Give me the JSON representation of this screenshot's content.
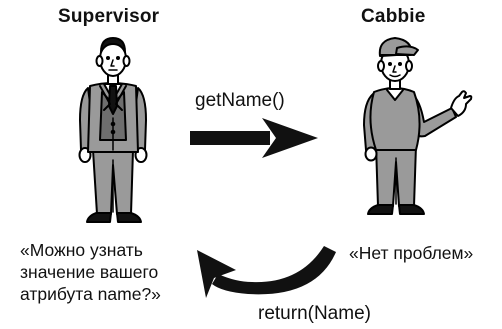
{
  "characters": {
    "supervisor": {
      "name": "Supervisor",
      "speech": [
        "«Можно узнать",
        "значение вашего",
        "атрибута name?»"
      ]
    },
    "cabbie": {
      "name": "Cabbie",
      "speech": "«Нет проблем»"
    }
  },
  "messages": {
    "request": "getName()",
    "response": "return(Name)"
  }
}
